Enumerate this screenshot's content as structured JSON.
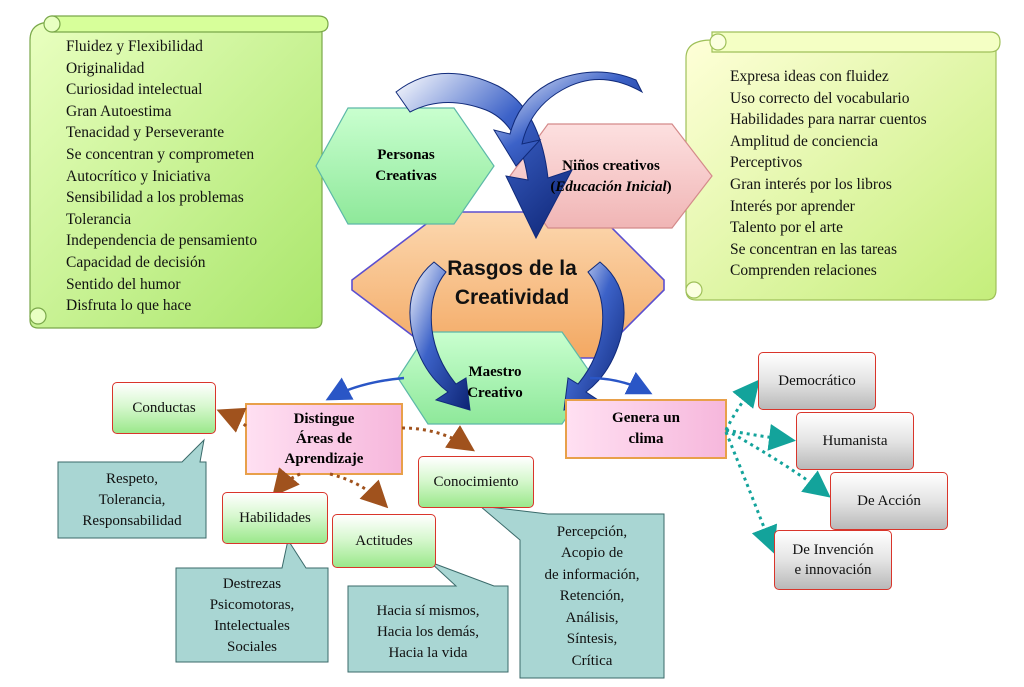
{
  "center": {
    "line1": "Rasgos de la",
    "line2": "Creatividad"
  },
  "personas": {
    "line1": "Personas",
    "line2": "Creativas"
  },
  "ninos": {
    "line1": "Niños creativos",
    "line2": "Educación Inicial"
  },
  "maestro": {
    "line1": "Maestro",
    "line2": "Creativo"
  },
  "left_scroll": {
    "items": [
      "Fluidez y Flexibilidad",
      "Originalidad",
      "Curiosidad intelectual",
      "Gran Autoestima",
      "Tenacidad y Perseverante",
      "Se concentran y comprometen",
      "Autocrítico y Iniciativa",
      "Sensibilidad a los problemas",
      "Tolerancia",
      "Independencia de pensamiento",
      "Capacidad de decisión",
      "Sentido del humor",
      "Disfruta lo que hace"
    ]
  },
  "right_scroll": {
    "items": [
      "Expresa ideas con fluidez",
      "Uso correcto del vocabulario",
      "Habilidades para narrar cuentos",
      "Amplitud de conciencia",
      "Perceptivos",
      "Gran interés por los libros",
      "Interés por aprender",
      "Talento por el arte",
      "Se concentran en las tareas",
      "Comprenden relaciones"
    ]
  },
  "distingue": {
    "line1": "Distingue",
    "line2": "Áreas de",
    "line3": "Aprendizaje"
  },
  "genera": {
    "line1": "Genera un",
    "line2": "clima"
  },
  "conductas": {
    "label": "Conductas"
  },
  "conductas_callout": {
    "line1": "Respeto,",
    "line2": "Tolerancia,",
    "line3": "Responsabilidad"
  },
  "habilidades": {
    "label": "Habilidades"
  },
  "habilidades_callout": {
    "line1": "Destrezas",
    "line2": "Psicomotoras,",
    "line3": "Intelectuales",
    "line4": "Sociales"
  },
  "actitudes": {
    "label": "Actitudes"
  },
  "actitudes_callout": {
    "line1": "Hacia sí mismos,",
    "line2": "Hacia los demás,",
    "line3": "Hacia la vida"
  },
  "conocimiento": {
    "label": "Conocimiento"
  },
  "conocimiento_callout": {
    "line1": "Percepción,",
    "line2": "Acopio de",
    "line3": "de información,",
    "line4": "Retención,",
    "line5": "Análisis,",
    "line6": "Síntesis,",
    "line7": "Crítica"
  },
  "clima_boxes": {
    "democratico": "Democrático",
    "humanista": "Humanista",
    "accion": "De Acción",
    "invencion_line1": "De Invención",
    "invencion_line2": "e innovación"
  },
  "colors": {
    "scroll_fill": "#bff07e",
    "hexagon_green": "#9cf3a6",
    "hexagon_pink": "#f5c6c6",
    "hexagon_orange": "#f6c089",
    "arrow_blue": "#1f3f9c",
    "callout_teal": "#9fcdcb",
    "dotted_brown": "#a0521d",
    "dotted_teal": "#13a39b",
    "box_border": "#d9352b"
  }
}
